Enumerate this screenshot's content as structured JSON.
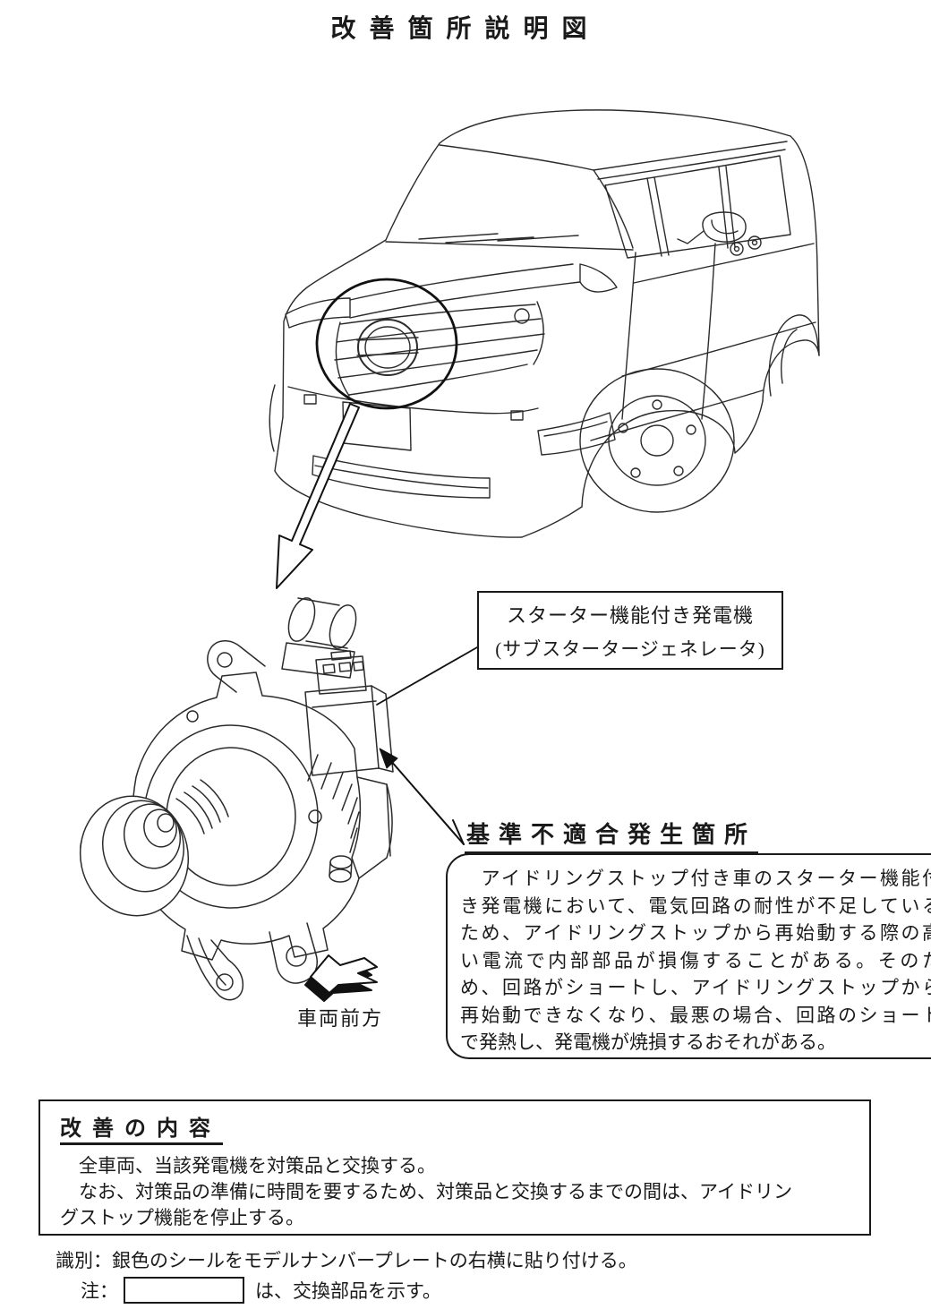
{
  "document": {
    "title": "改善箇所説明図",
    "part_label": {
      "line1": "スターター機能付き発電機",
      "line2": "(サブスタータージェネレータ)"
    },
    "front_direction_label": "車両前方",
    "defect": {
      "heading": "基準不適合発生箇所",
      "body_lines": [
        "　アイドリングストップ付き車のスターター機能付",
        "き発電機において、電気回路の耐性が不足している",
        "ため、アイドリングストップから再始動する際の高",
        "い電流で内部部品が損傷することがある。そのた",
        "め、回路がショートし、アイドリングストップから",
        "再始動できなくなり、最悪の場合、回路のショート",
        "で発熱し、発電機が焼損するおそれがある。"
      ]
    },
    "remedy": {
      "heading": "改善の内容",
      "body_lines": [
        "　全車両、当該発電機を対策品と交換する。",
        "　なお、対策品の準備に時間を要するため、対策品と交換するまでの間は、アイドリン",
        "グストップ機能を停止する。"
      ]
    },
    "footer": {
      "identification_line": "識別：銀色のシールをモデルナンバープレートの右横に貼り付ける。",
      "note_prefix": "注：",
      "note_suffix": "は、交換部品を示す。"
    },
    "colors": {
      "ink": "#1a1a1a",
      "background": "#ffffff"
    }
  }
}
